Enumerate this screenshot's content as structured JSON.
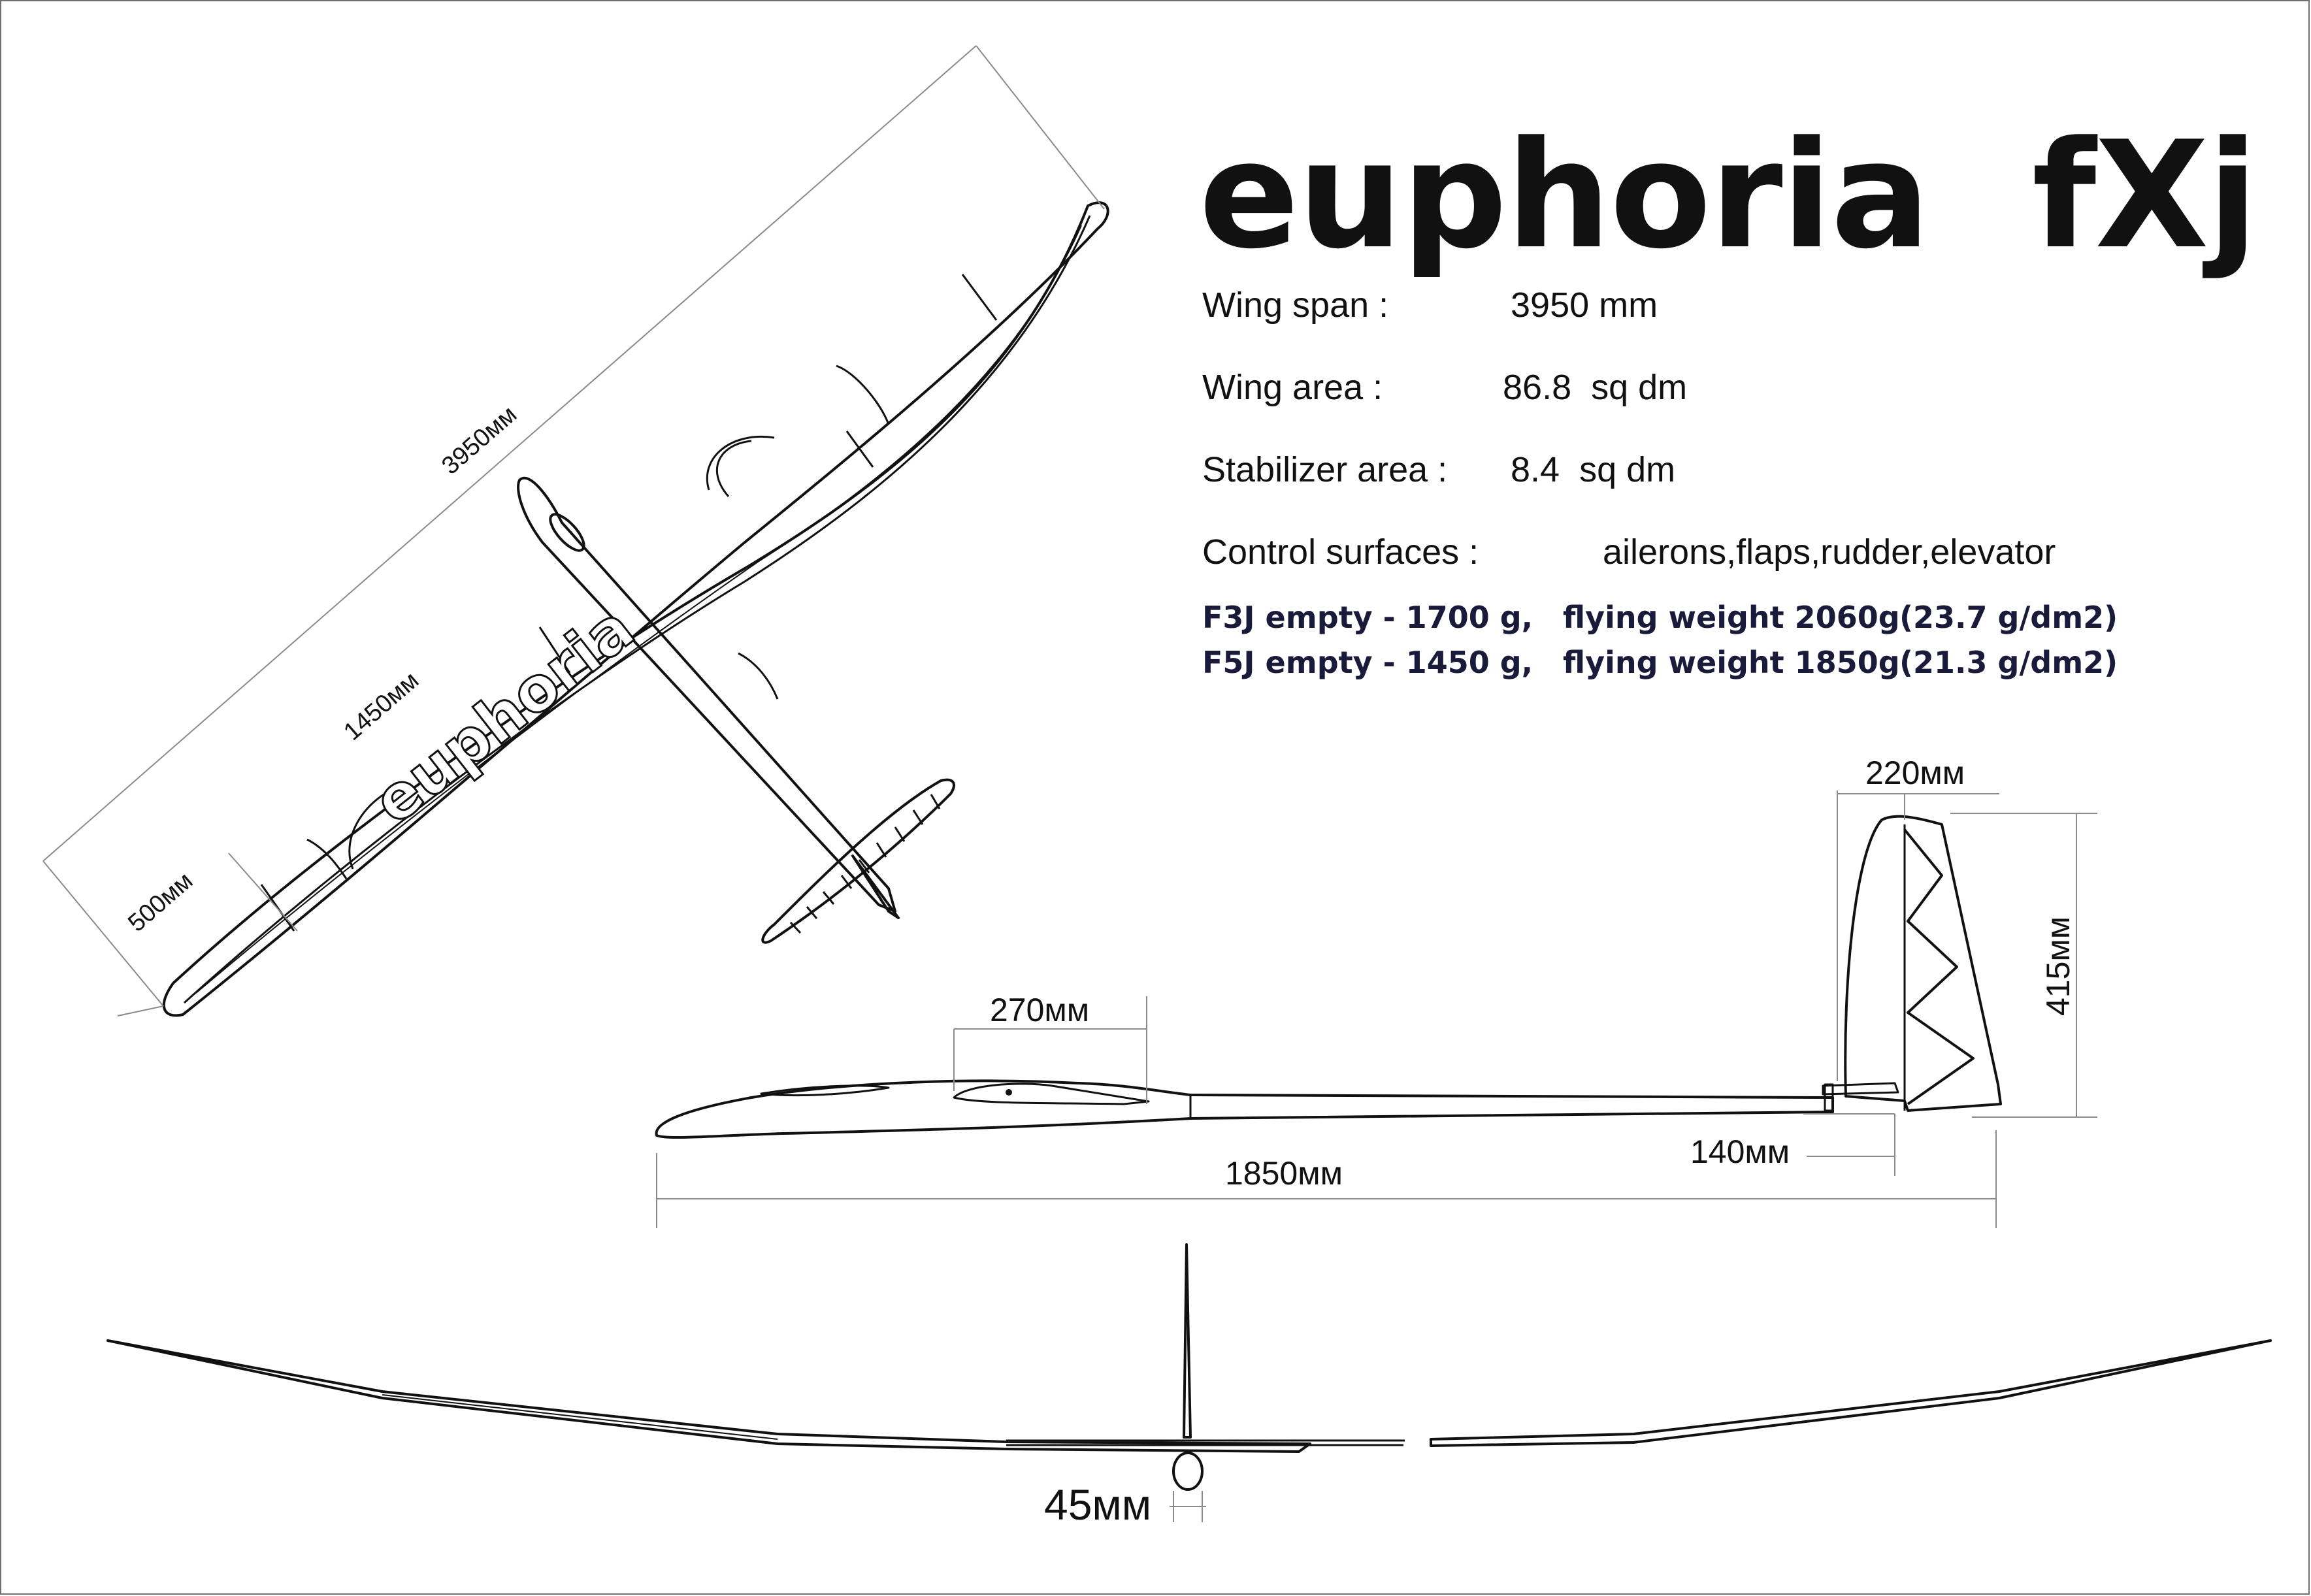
{
  "title": {
    "name": "euphoria",
    "model": "fXj"
  },
  "specs": {
    "wing_span_label": "Wing span :",
    "wing_span_value": "3950 mm",
    "wing_area_label": "Wing area :",
    "wing_area_value": "86.8  sq dm",
    "stab_area_label": "Stabilizer area :",
    "stab_area_value": "8.4  sq dm",
    "control_label": "Control surfaces :",
    "control_value": "ailerons,flaps,rudder,elevator"
  },
  "weights": {
    "f3j_empty": "F3J empty - 1700 g,",
    "f3j_flying": "flying weight 2060g",
    "f3j_loading": "(23.7 g/dm2)",
    "f5j_empty": "F5J empty - 1450 g,",
    "f5j_flying": "flying weight 1850g",
    "f5j_loading": "(21.3 g/dm2)"
  },
  "dimensions": {
    "span": "3950мм",
    "center_panel": "1450мм",
    "tip_panel": "500мм",
    "canopy": "270мм",
    "fuselage_length": "1850мм",
    "fin_chord": "220мм",
    "fin_height": "415мм",
    "stab_chord": "140мм",
    "fuselage_width": "45мм"
  },
  "wing_logo": "euphoria",
  "colors": {
    "line": "#111111",
    "dim_line": "#8a8a8a",
    "frame": "#6f6f6f"
  }
}
